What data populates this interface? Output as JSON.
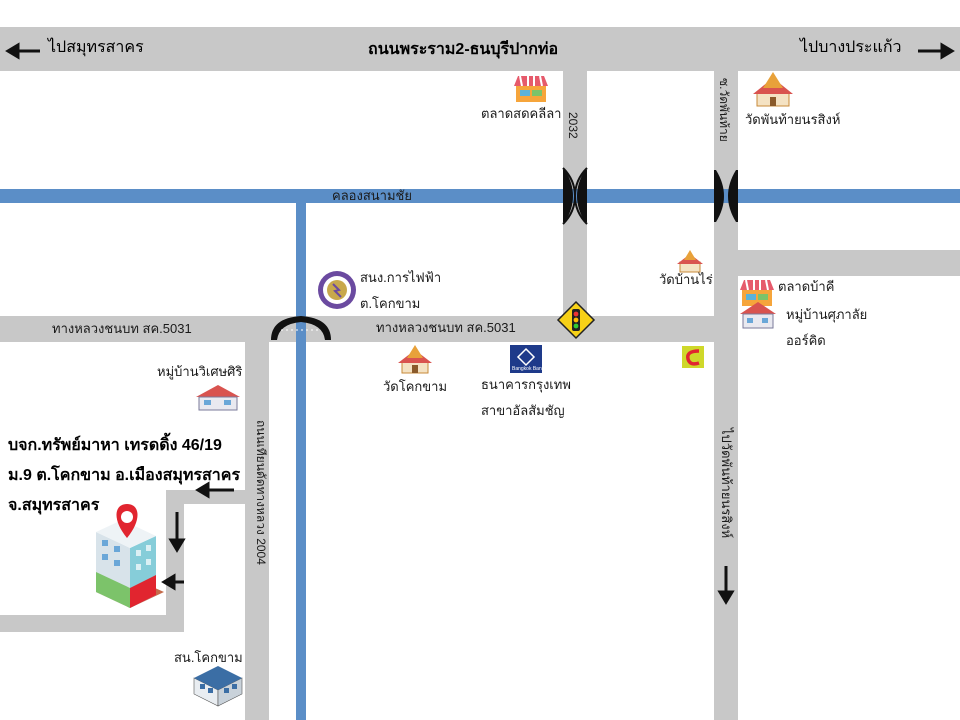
{
  "header": {
    "left_label": "ไปสมุทรสาคร",
    "center_label": "ถนนพระราม2-ธนบุรีปากท่อ",
    "right_label": "ไปบางประแก้ว"
  },
  "roads": {
    "canal": "คลองสนามชัย",
    "road_2032": "2032",
    "wat_phan_road": "ซ.วัดพันท้าย",
    "highway_5031_left": "ทางหลวงชนบท สค.5031",
    "highway_5031_right": "ทางหลวงชนบท สค.5031",
    "road_2004": "ถนนเทียนดัดทางหลวง 2004",
    "wat_road_right": "ไปวัดพันท้ายนรสิงห์"
  },
  "landmarks": {
    "market_lila": "ตลาดสดคลีลา",
    "wat_phan_thai": "วัดพันท้ายนรสิงห์",
    "wat_ban_rai": "วัดบ้านไร่",
    "electric": [
      "สนง.การไฟฟ้า",
      "ต.โคกขาม"
    ],
    "market_bakhi": "ตลาดบ้าคี",
    "village_supalai": [
      "หมู่บ้านศุภาลัย",
      "ออร์คิด"
    ],
    "village_wiset": "หมู่บ้านวิเศษศิริ",
    "wat_khok_kham": "วัดโคกขาม",
    "bank": [
      "ธนาคารกรุงเทพ",
      "สาขาอัลสัมชัญ"
    ],
    "school": "สน.โคกขาม",
    "bank_logo_text": "Bangkok Bank"
  },
  "company": {
    "line1": "บจก.ทรัพย์มาหา เทรดดิ้ง 46/19",
    "line2": "ม.9 ต.โคกขาม อ.เมืองสมุทรสาคร",
    "line3": "จ.สมุทรสาคร"
  },
  "colors": {
    "road": "#c8c8c8",
    "canal": "#5b8ec7",
    "pin": "#e1252f",
    "building": "#86cdd9"
  },
  "icons": [
    "arrow-left-icon",
    "arrow-right-icon",
    "market-stall-icon",
    "temple-icon",
    "bridge-icon",
    "traffic-light-icon",
    "electric-authority-seal-icon",
    "bank-logo-icon",
    "convenience-store-icon",
    "village-house-icon",
    "location-pin-icon",
    "office-building-icon",
    "police-station-icon"
  ]
}
